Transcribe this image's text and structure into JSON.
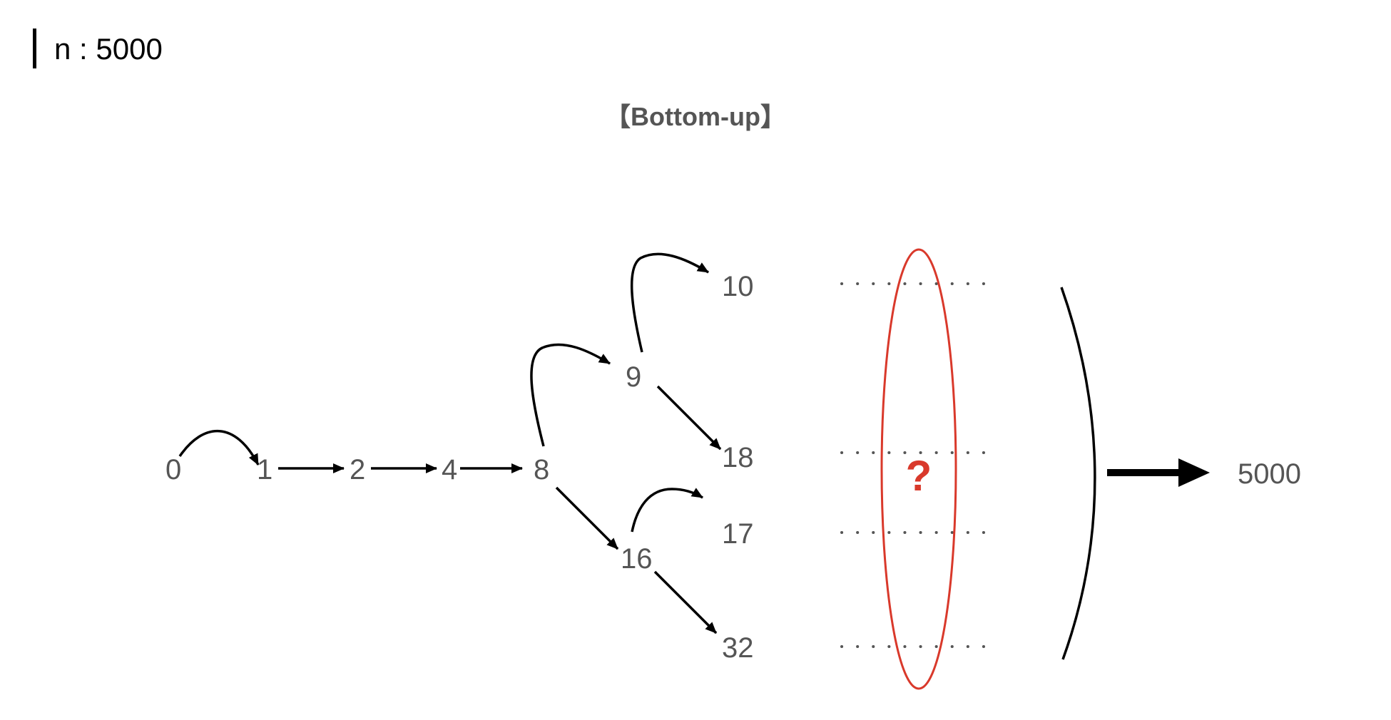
{
  "header": {
    "text": "n : 5000"
  },
  "title": "【Bottom-up】",
  "nodes": {
    "n0": "0",
    "n1": "1",
    "n2": "2",
    "n4": "4",
    "n8": "8",
    "n9": "9",
    "n16": "16",
    "n10": "10",
    "n18": "18",
    "n17": "17",
    "n32": "32"
  },
  "unknown_marker": "?",
  "result": "5000",
  "colors": {
    "node_text": "#555555",
    "arrow": "#000000",
    "highlight": "#d9392b",
    "dots": "#555555"
  }
}
